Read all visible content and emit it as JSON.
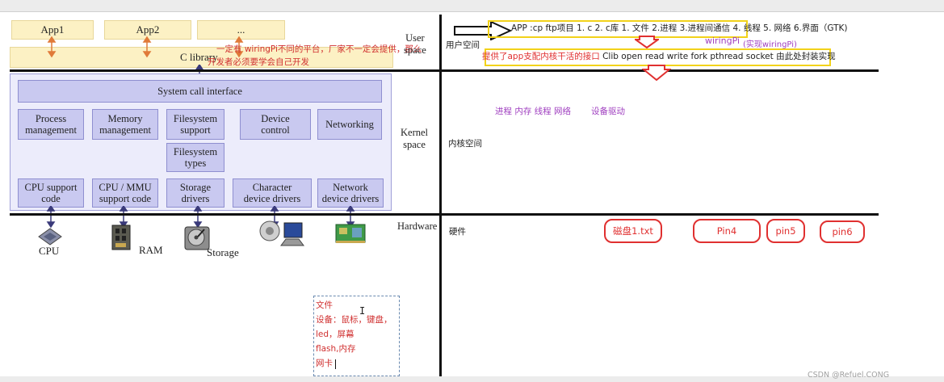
{
  "left_diagram": {
    "apps": [
      "App1",
      "App2",
      "..."
    ],
    "c_library": "C library",
    "syscall": "System call interface",
    "subsystems": [
      [
        "Process",
        "management"
      ],
      [
        "Memory",
        "management"
      ],
      [
        "Filesystem",
        "support"
      ],
      [
        "Device",
        "control"
      ],
      [
        "Networking"
      ]
    ],
    "fs_types": [
      "Filesystem",
      "types"
    ],
    "drivers": [
      [
        "CPU support",
        "code"
      ],
      [
        "CPU / MMU",
        "support code"
      ],
      [
        "Storage",
        "drivers"
      ],
      [
        "Character",
        "device drivers"
      ],
      [
        "Network",
        "device drivers"
      ]
    ],
    "hardware_labels": [
      "CPU",
      "RAM",
      "Storage"
    ],
    "overlay_note_1": "一定有   wiringPi不同的平台，厂家不一定会提供，那么",
    "overlay_note_2": "开发者必须要学会自己开发"
  },
  "layer_labels": {
    "user": [
      "User",
      "space"
    ],
    "kernel": [
      "Kernel",
      "space"
    ],
    "hardware": "Hardware"
  },
  "right_notes": {
    "user_space_cn": "用户空间",
    "kernel_space_cn": "内核空间",
    "hardware_cn": "硬件",
    "app_line": "APP :cp ftp项目       1. c  2. c库      1. 文件 2.进程 3.进程间通信 4. 线程 5. 网络  6.界面（GTK)",
    "wiringpi": "wiringPi",
    "wiringpi_note": "(实现wiringPi)",
    "clib_line_red": "提供了app支配内核干活的接口",
    "clib_line_black": " Clib  open read write fork pthread socket 由此处封装实现",
    "kernel_items": "进程 内存 线程 网络",
    "driver_item": "设备驱动",
    "pills": [
      "磁盘1.txt",
      "Pin4",
      "pin5",
      "pin6"
    ]
  },
  "text_box": {
    "lines": [
      "文件",
      "设备：鼠标，键盘，",
      "led，屏幕",
      "flash,内存",
      "网卡"
    ]
  },
  "watermark": "CSDN @Refuel.CONG"
}
